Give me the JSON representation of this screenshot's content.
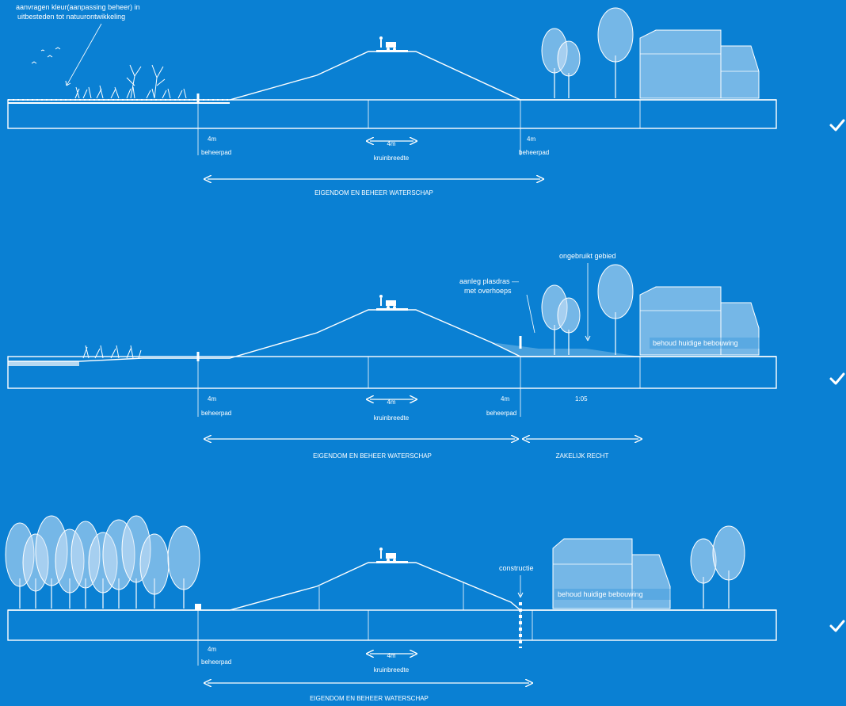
{
  "section1": {
    "note_line1": "aanvragen kleur(aanpassing beheer) in",
    "note_line2": "uitbesteden tot natuurontwikkeling",
    "path_left_width": "4m",
    "path_left_label": "beheerpad",
    "crest_width": "4m",
    "crest_label": "kruinbreedte",
    "path_right_width": "4m",
    "path_right_label": "beheerpad",
    "ownership": "EIGENDOM EN BEHEER WATERSCHAP"
  },
  "section2": {
    "vegetation_note_line1": "aanleg plasdras —",
    "vegetation_note_line2": "met overhoeps",
    "unused_garden": "ongebruikt gebied",
    "keep_buildings": "behoud huidige bebouwing",
    "path_left_width": "4m",
    "path_left_label": "beheerpad",
    "crest_width": "4m",
    "crest_label": "kruinbreedte",
    "path_right_width": "4m",
    "path_right_label": "beheerpad",
    "extra_width": "1:05",
    "ownership": "EIGENDOM EN BEHEER WATERSCHAP",
    "right_label": "ZAKELIJK RECHT"
  },
  "section3": {
    "construction": "constructie",
    "keep_buildings": "behoud huidige bebouwing",
    "path_left_width": "4m",
    "path_left_label": "beheerpad",
    "crest_width": "4m",
    "crest_label": "kruinbreedte",
    "ownership": "EIGENDOM EN BEHEER WATERSCHAP"
  },
  "colors": {
    "background": "#0a80d3",
    "line": "#ffffff",
    "fill": "rgba(205,228,248,0.55)"
  },
  "icons": [
    "checkmark-icon",
    "checkmark-icon",
    "checkmark-icon"
  ]
}
